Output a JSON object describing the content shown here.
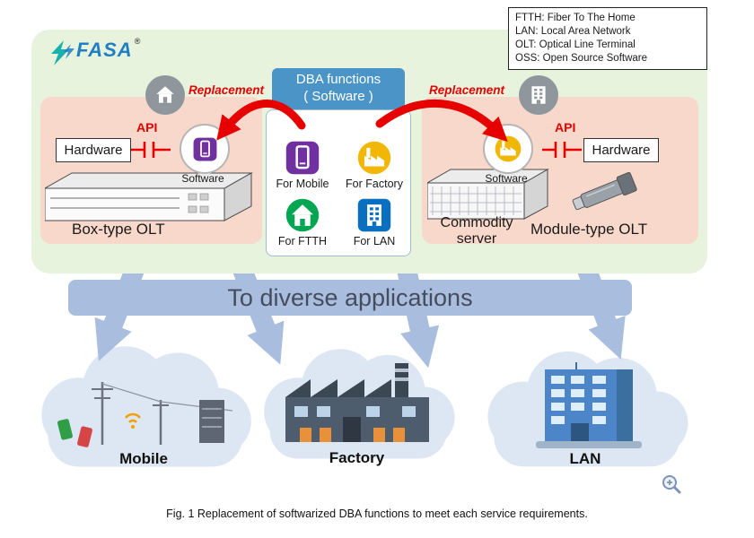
{
  "legend": {
    "lines": [
      "FTTH: Fiber To The Home",
      "LAN: Local Area Network",
      "OLT: Optical Line Terminal",
      "OSS: Open Source Software"
    ]
  },
  "logo": {
    "text": "FASA",
    "registered_mark": "®"
  },
  "diagram": {
    "left": {
      "hardware": "Hardware",
      "api": "API",
      "software": "Software",
      "replacement": "Replacement",
      "device": "Box-type OLT",
      "outgoing_icon": "ftth-house-icon",
      "installed_icon": "mobile-phone-icon"
    },
    "center": {
      "title_line1": "DBA functions",
      "title_line2": "( Software )",
      "items": [
        {
          "label": "For Mobile",
          "icon": "mobile-phone-icon",
          "color": "#7030a0"
        },
        {
          "label": "For Factory",
          "icon": "factory-icon",
          "color": "#f2b705"
        },
        {
          "label": "For FTTH",
          "icon": "house-icon",
          "color": "#00a651"
        },
        {
          "label": "For LAN",
          "icon": "office-building-icon",
          "color": "#0b6fc0"
        }
      ]
    },
    "right": {
      "replacement": "Replacement",
      "api": "API",
      "hardware": "Hardware",
      "software": "Software",
      "server": "Commodity server",
      "device": "Module-type OLT",
      "outgoing_icon": "lan-building-icon",
      "installed_icon": "factory-icon"
    }
  },
  "applications": {
    "banner": "To diverse applications",
    "clouds": [
      {
        "label": "Mobile"
      },
      {
        "label": "Factory"
      },
      {
        "label": "LAN"
      }
    ]
  },
  "caption": "Fig. 1 Replacement of softwarized DBA functions to meet each service requirements.",
  "colors": {
    "green_bg": "#e8f3dd",
    "pink_panel": "#f8d8ca",
    "blue_header": "#4a94c8",
    "red_accent": "#e60000",
    "banner": "#a9bddf",
    "cloud": "#dde7f3"
  }
}
